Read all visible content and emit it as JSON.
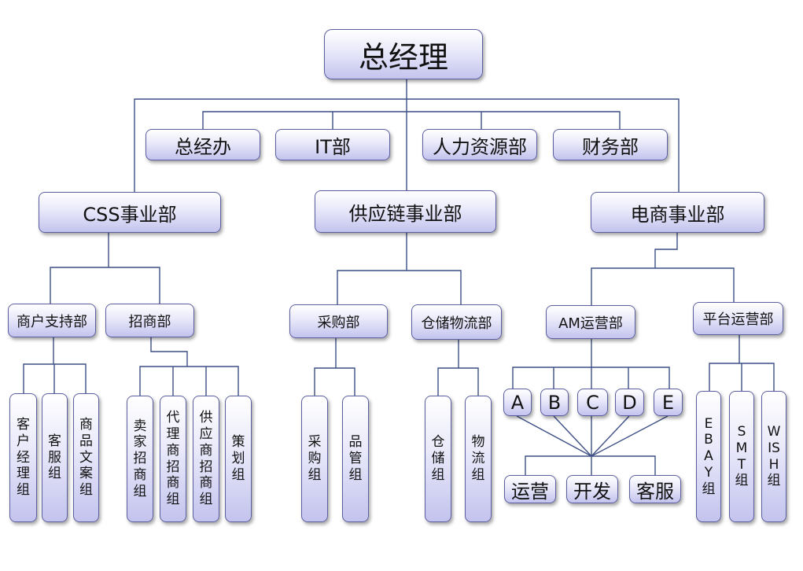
{
  "root": "总经理",
  "staff": [
    "总经办",
    "IT部",
    "人力资源部",
    "财务部"
  ],
  "divisions": {
    "css": "CSS事业部",
    "supply": "供应链事业部",
    "ecommerce": "电商事业部"
  },
  "css_departments": {
    "merchant_support": "商户支持部",
    "recruitment": "招商部"
  },
  "merchant_support_groups": [
    "客户经理组",
    "客服组",
    "商品文案组"
  ],
  "recruitment_groups": [
    "卖家招商组",
    "代理商招商组",
    "供应商招商组",
    "策划组"
  ],
  "supply_departments": {
    "purchasing": "采购部",
    "warehouse": "仓储物流部"
  },
  "purchasing_groups": [
    "采购组",
    "品管组"
  ],
  "warehouse_groups": [
    "仓储组",
    "物流组"
  ],
  "ecommerce_departments": {
    "am": "AM运营部",
    "platform": "平台运营部"
  },
  "am_teams": [
    "A",
    "B",
    "C",
    "D",
    "E"
  ],
  "am_functions": [
    "运营",
    "开发",
    "客服"
  ],
  "platform_groups": [
    "EBAY组",
    "SMT组",
    "WISH组"
  ]
}
